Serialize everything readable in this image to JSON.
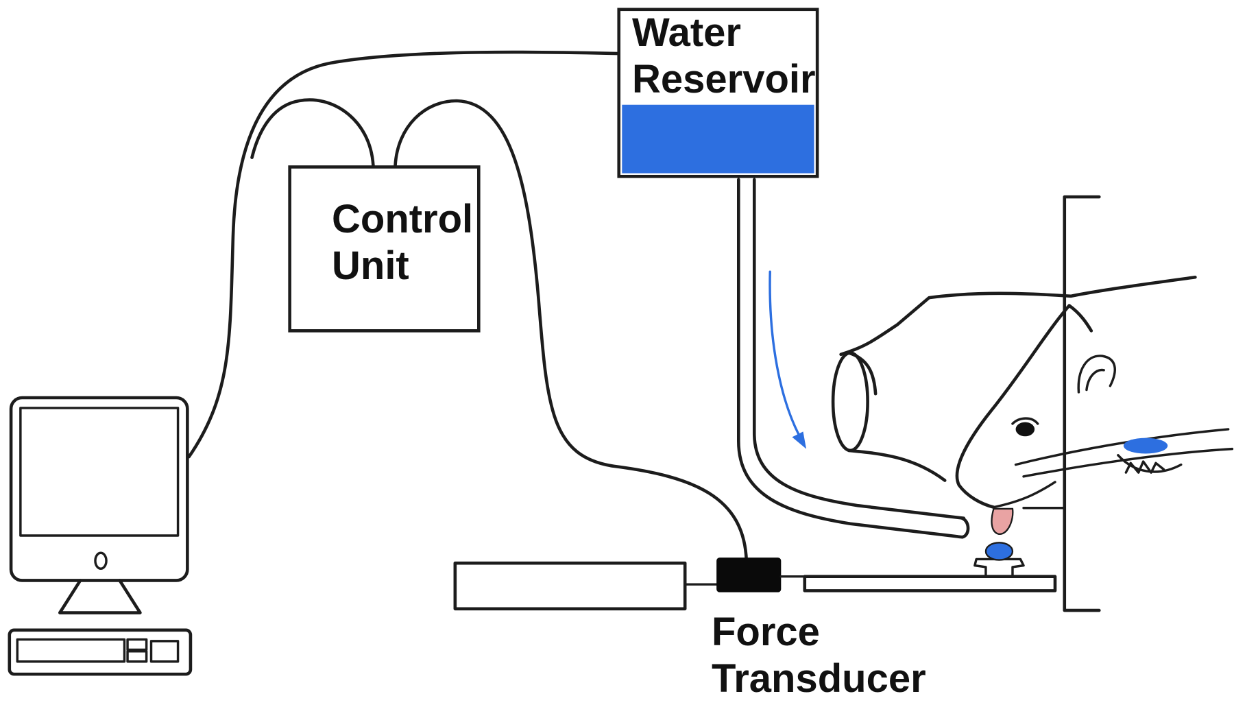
{
  "labels": {
    "water_reservoir_line1": "Water",
    "water_reservoir_line2": "Reservoir",
    "control_unit_line1": "Control",
    "control_unit_line2": "Unit",
    "force_transducer_line1": "Force",
    "force_transducer_line2": "Transducer"
  },
  "colors": {
    "water": "#2d6fe0",
    "tongue": "#e9a3a3",
    "outline": "#1c1c1c",
    "sensor_block": "#0a0a0a"
  }
}
